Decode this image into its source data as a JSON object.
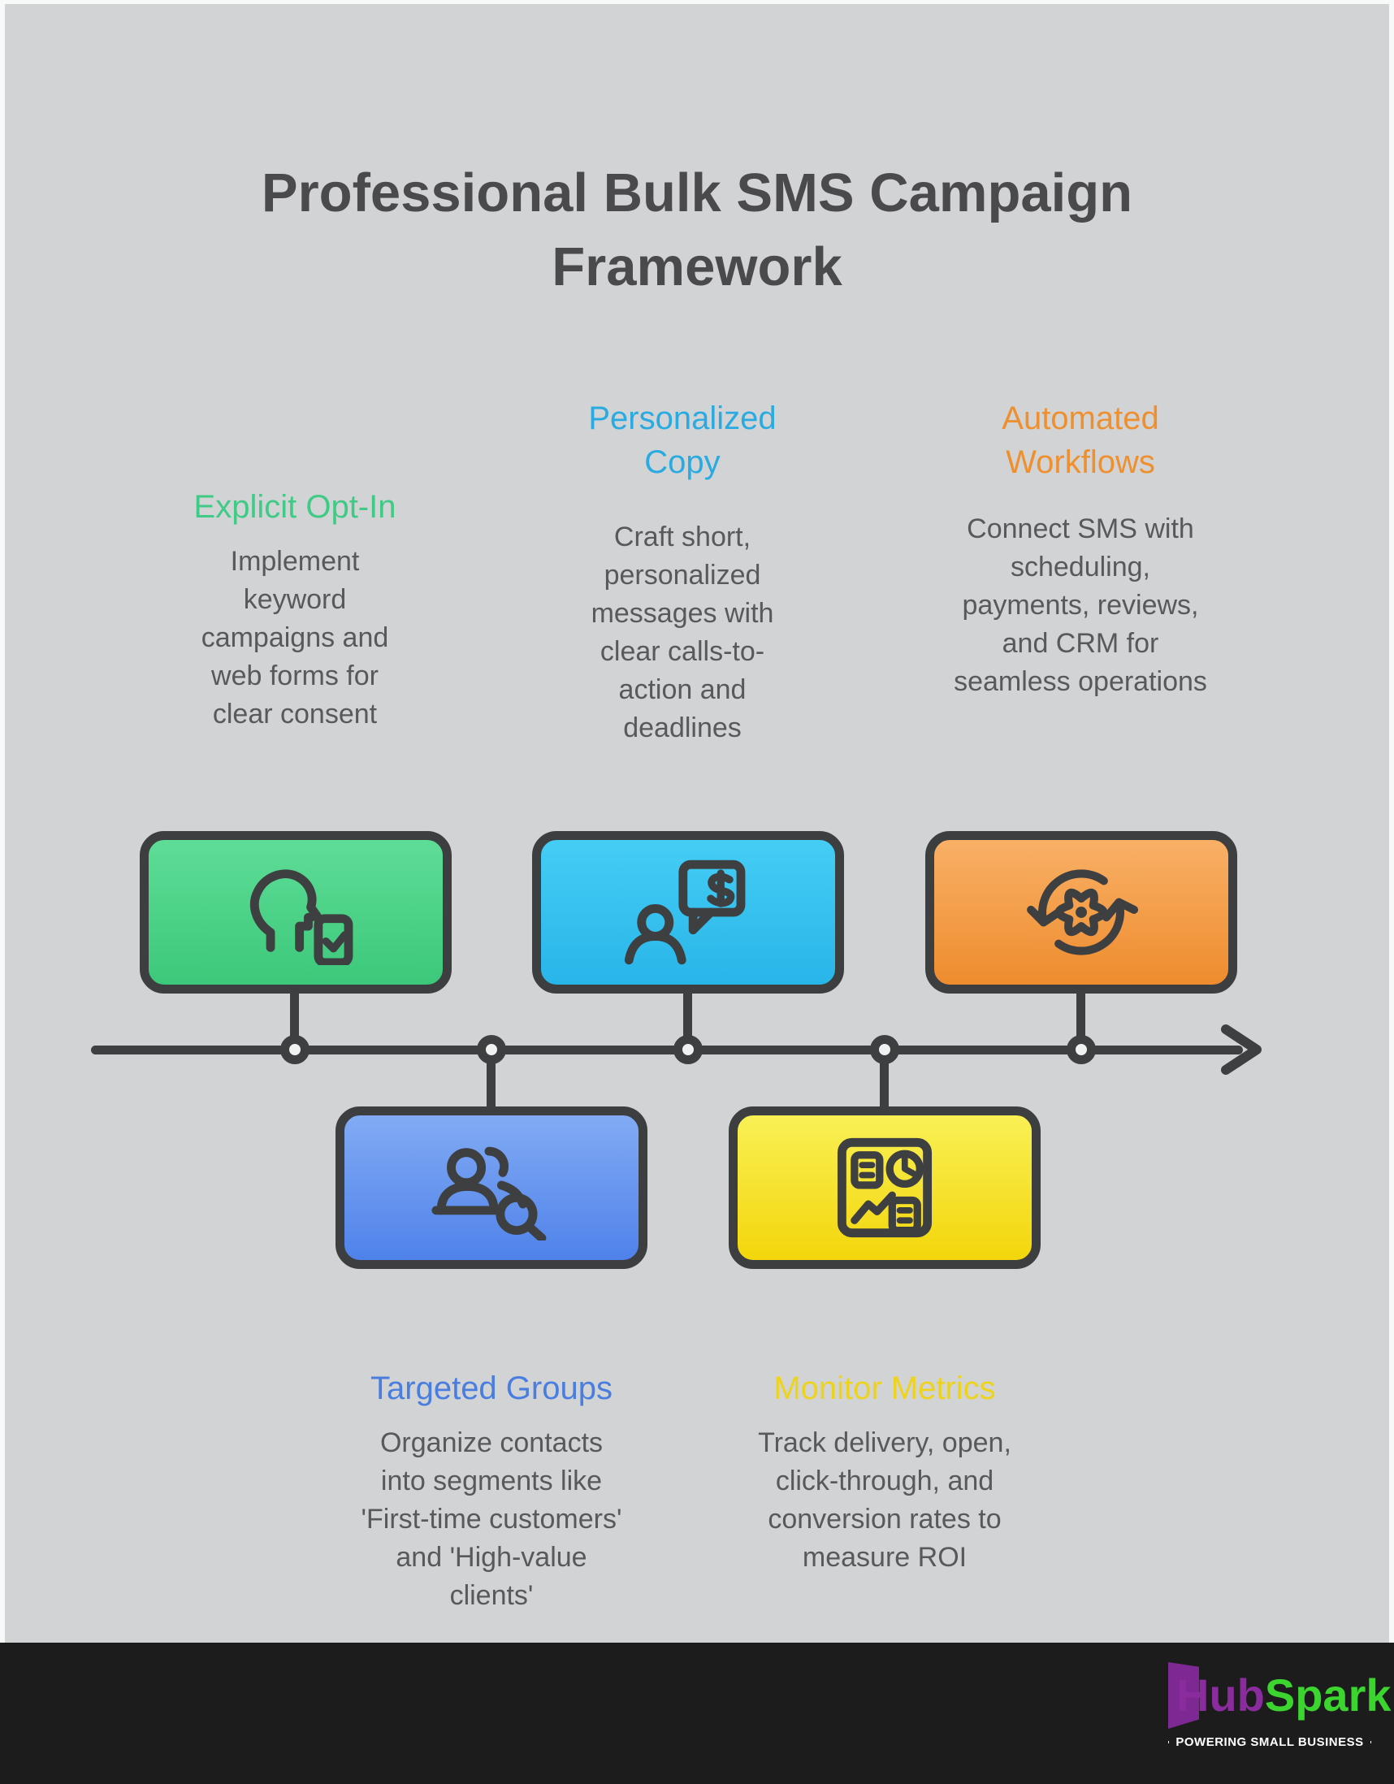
{
  "title": "Professional Bulk SMS Campaign Framework",
  "steps": [
    {
      "label": "Explicit Opt-In",
      "description": "Implement keyword campaigns and web forms for clear consent",
      "accent": "#3fca86",
      "box_gradient": [
        "#5edd97",
        "#3cc87a"
      ],
      "icon": "head-with-phone-check-icon",
      "position": "above-timeline"
    },
    {
      "label": "Targeted Groups",
      "description": "Organize contacts into segments like 'First-time customers' and 'High-value clients'",
      "accent": "#4a7de0",
      "box_gradient": [
        "#82abf4",
        "#4f82ea"
      ],
      "icon": "people-with-magnifier-icon",
      "position": "below-timeline"
    },
    {
      "label": "Personalized Copy",
      "description": "Craft short, personalized messages with clear calls-to-action and deadlines",
      "accent": "#29abe2",
      "box_gradient": [
        "#45cdf5",
        "#28b5e8"
      ],
      "icon": "person-with-dollar-message-icon",
      "position": "above-timeline"
    },
    {
      "label": "Monitor Metrics",
      "description": "Track delivery, open, click-through, and conversion rates to measure ROI",
      "accent": "#eed31c",
      "box_gradient": [
        "#f9f055",
        "#f3d60b"
      ],
      "icon": "dashboard-metrics-icon",
      "position": "below-timeline"
    },
    {
      "label": "Automated Workflows",
      "description": "Connect SMS with scheduling, payments, reviews, and CRM for seamless operations",
      "accent": "#ee9030",
      "box_gradient": [
        "#f9b066",
        "#ee8c2e"
      ],
      "icon": "gear-sync-arrows-icon",
      "position": "above-timeline"
    }
  ],
  "timeline": {
    "direction": "left-to-right-arrow",
    "node_count": 5,
    "line_color": "#3e3f41"
  },
  "footer": {
    "brand_hub": "Hub",
    "brand_spark": "Spark",
    "tagline": "POWERING SMALL BUSINESS"
  },
  "colors": {
    "canvas_background": "#d2d3d4",
    "page_edge": "#f7f8f8",
    "title_text": "#4a4a4c",
    "body_text": "#58595b",
    "outline_dark": "#3e3f41",
    "footer_background": "#1c1c1d",
    "logo_purple": "#8b2c9e",
    "logo_green": "#3cd42f"
  }
}
